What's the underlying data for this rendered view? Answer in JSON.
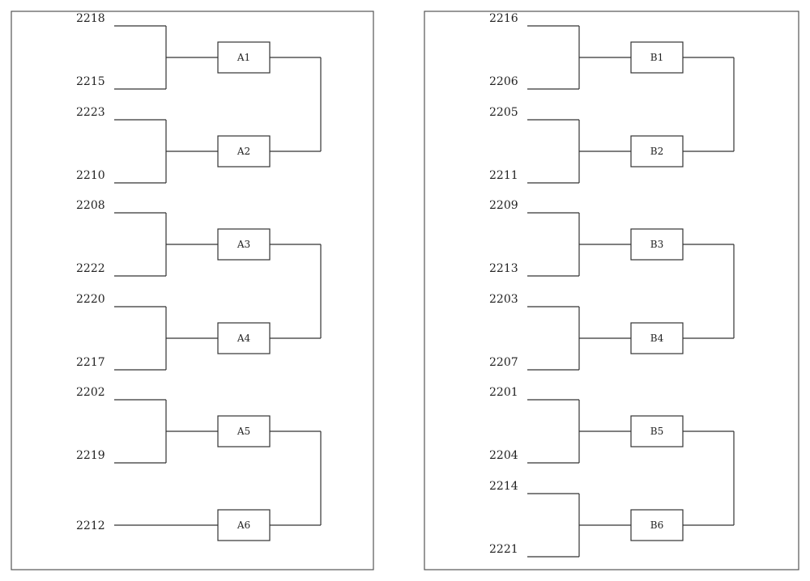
{
  "panels": [
    {
      "boxes": [
        {
          "name": "A1",
          "inputs": [
            "2218",
            "2215"
          ]
        },
        {
          "name": "A2",
          "inputs": [
            "2223",
            "2210"
          ]
        },
        {
          "name": "A3",
          "inputs": [
            "2208",
            "2222"
          ]
        },
        {
          "name": "A4",
          "inputs": [
            "2220",
            "2217"
          ]
        },
        {
          "name": "A5",
          "inputs": [
            "2202",
            "2219"
          ]
        },
        {
          "name": "A6",
          "inputs": [
            "2212"
          ]
        }
      ]
    },
    {
      "boxes": [
        {
          "name": "B1",
          "inputs": [
            "2216",
            "2206"
          ]
        },
        {
          "name": "B2",
          "inputs": [
            "2205",
            "2211"
          ]
        },
        {
          "name": "B3",
          "inputs": [
            "2209",
            "2213"
          ]
        },
        {
          "name": "B4",
          "inputs": [
            "2203",
            "2207"
          ]
        },
        {
          "name": "B5",
          "inputs": [
            "2201",
            "2204"
          ]
        },
        {
          "name": "B6",
          "inputs": [
            "2214",
            "2221"
          ]
        }
      ]
    }
  ]
}
